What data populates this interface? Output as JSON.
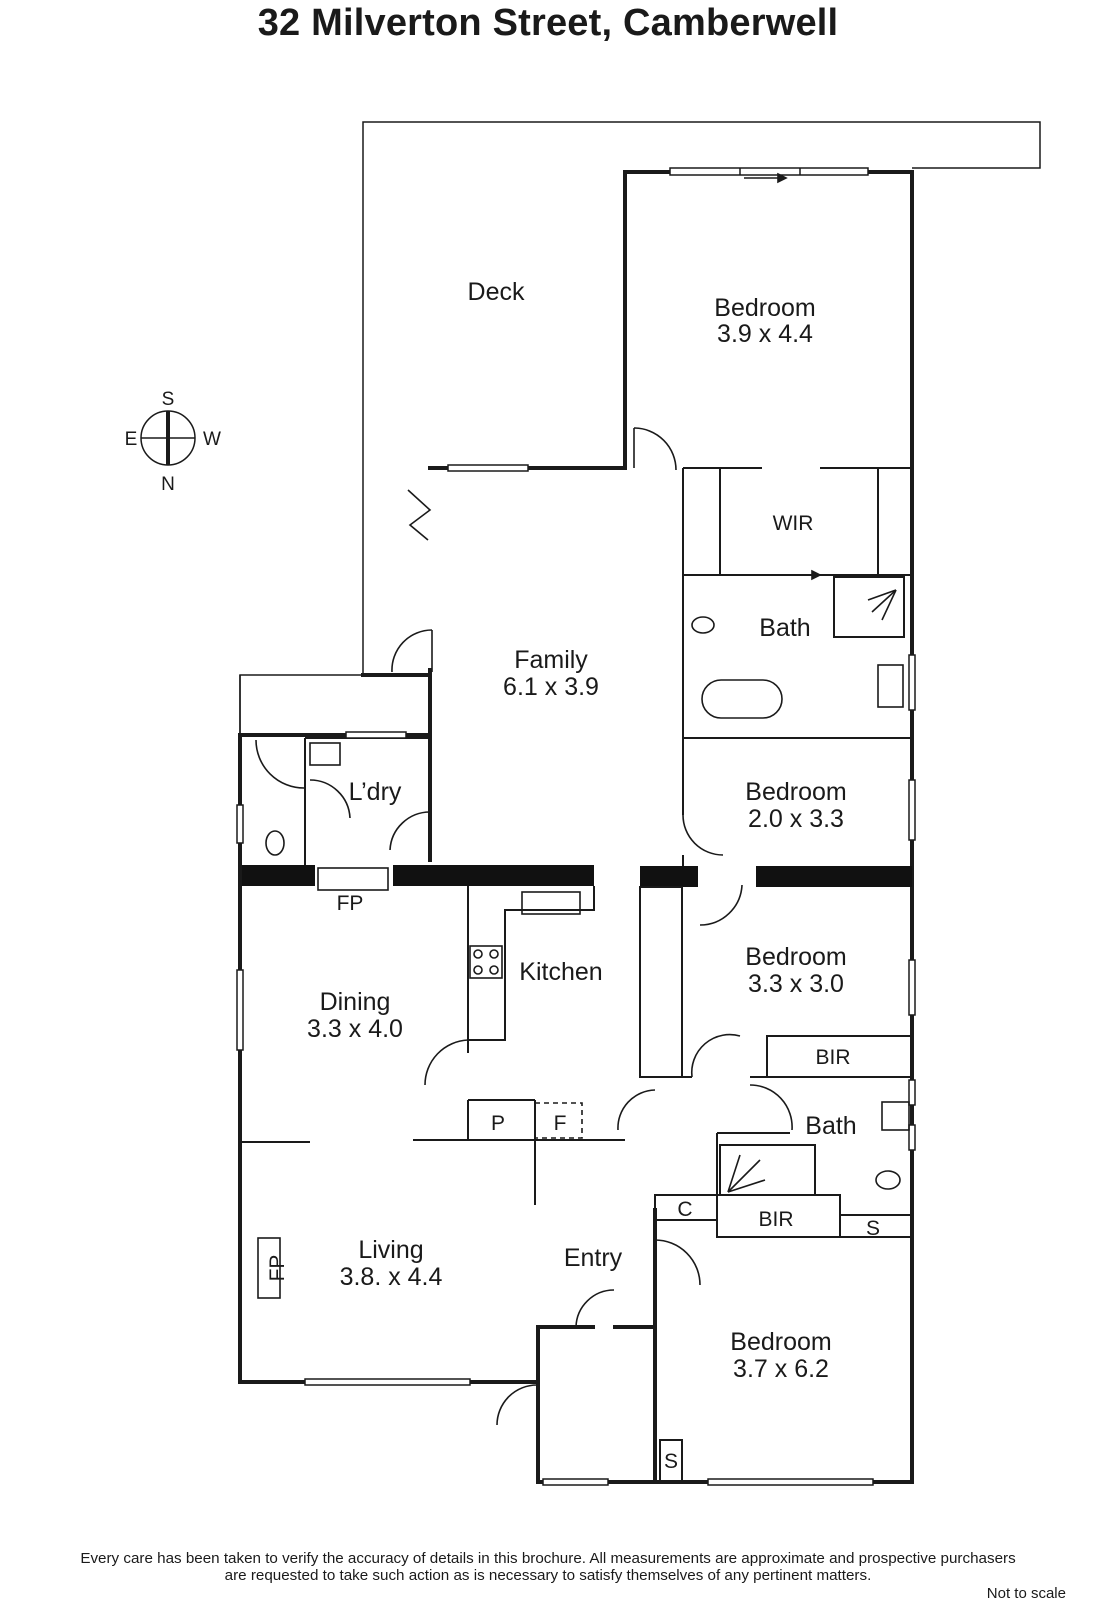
{
  "title": "32 Milverton Street, Camberwell",
  "compass": {
    "top": "S",
    "left": "E",
    "right": "W",
    "bottom": "N"
  },
  "rooms": {
    "deck": "Deck",
    "bedroom1_name": "Bedroom",
    "bedroom1_size": "3.9 x 4.4",
    "wir": "WIR",
    "bath1": "Bath",
    "family_name": "Family",
    "family_size": "6.1 x 3.9",
    "laundry": "L’dry",
    "bedroom2_name": "Bedroom",
    "bedroom2_size": "2.0 x 3.3",
    "fp1": "FP",
    "kitchen": "Kitchen",
    "bedroom3_name": "Bedroom",
    "bedroom3_size": "3.3 x 3.0",
    "dining_name": "Dining",
    "dining_size": "3.3 x 4.0",
    "bir1": "BIR",
    "pantry": "P",
    "fridge": "F",
    "bath2": "Bath",
    "c": "C",
    "bir2": "BIR",
    "s1": "S",
    "living_name": "Living",
    "living_size": "3.8. x 4.4",
    "fp2": "FP",
    "entry": "Entry",
    "bedroom4_name": "Bedroom",
    "bedroom4_size": "3.7 x 6.2",
    "s2": "S"
  },
  "disclaimer": {
    "line1": "Every care has been taken to verify the accuracy of details in this brochure.  All measurements are approximate and prospective purchasers",
    "line2": "are requested to take such action as is necessary to satisfy themselves of any pertinent matters."
  },
  "not_to_scale": "Not to scale"
}
